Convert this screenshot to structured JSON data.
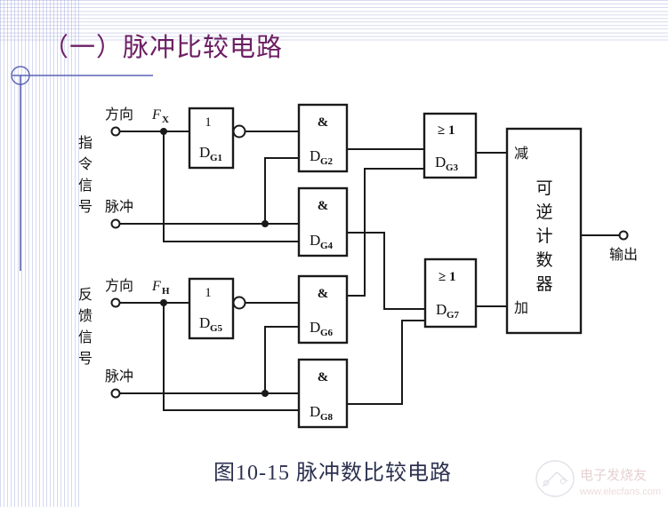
{
  "page": {
    "title": "（一）脉冲比较电路",
    "caption": "图10-15  脉冲数比较电路",
    "title_color": "#6d1f63",
    "caption_color": "#2c3150",
    "accent_blue": "#5a62b4",
    "wire_color": "#1a1a1a"
  },
  "watermark": {
    "text_cn": "电子发烧友",
    "text_url": "www.elecfans.com"
  },
  "diagram": {
    "inputs": [
      {
        "group_label": "指令信号",
        "direction_label": "方向",
        "direction_signal": "F",
        "direction_subscript": "X",
        "pulse_label": "脉冲"
      },
      {
        "group_label": "反馈信号",
        "direction_label": "方向",
        "direction_signal": "F",
        "direction_subscript": "H",
        "pulse_label": "脉冲"
      }
    ],
    "gates": [
      {
        "id": "G1",
        "symbol": "1",
        "prefix": "D",
        "subscript": "G1",
        "type": "inverter"
      },
      {
        "id": "G2",
        "symbol": "&",
        "prefix": "D",
        "subscript": "G2",
        "type": "and"
      },
      {
        "id": "G3",
        "symbol": "≥ 1",
        "prefix": "D",
        "subscript": "G3",
        "type": "or"
      },
      {
        "id": "G4",
        "symbol": "&",
        "prefix": "D",
        "subscript": "G4",
        "type": "and"
      },
      {
        "id": "G5",
        "symbol": "1",
        "prefix": "D",
        "subscript": "G5",
        "type": "inverter"
      },
      {
        "id": "G6",
        "symbol": "&",
        "prefix": "D",
        "subscript": "G6",
        "type": "and"
      },
      {
        "id": "G7",
        "symbol": "≥ 1",
        "prefix": "D",
        "subscript": "G7",
        "type": "or"
      },
      {
        "id": "G8",
        "symbol": "&",
        "prefix": "D",
        "subscript": "G8",
        "type": "and"
      }
    ],
    "counter": {
      "name_chars": [
        "可",
        "逆",
        "计",
        "数",
        "器"
      ],
      "input_top": "减",
      "input_bottom": "加"
    },
    "output": {
      "label": "输出"
    }
  }
}
